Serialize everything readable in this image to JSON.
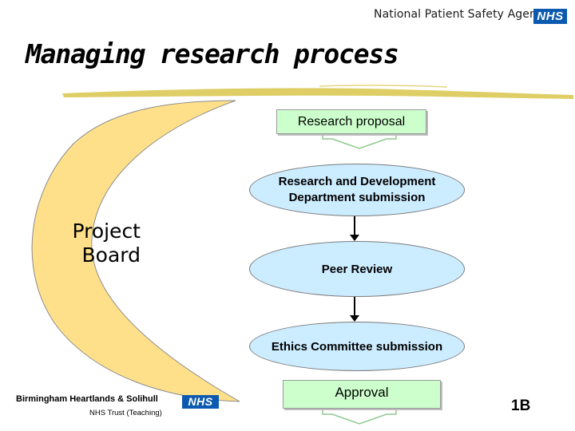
{
  "header": {
    "agency": "National Patient Safety Agency",
    "nhs_logo": "NHS"
  },
  "title": "Managing research process",
  "diagram": {
    "project_board": "Project Board",
    "steps": [
      {
        "label": "Research proposal",
        "shape": "box"
      },
      {
        "label": "Research and Development Department submission",
        "shape": "ellipse"
      },
      {
        "label": "Peer Review",
        "shape": "ellipse"
      },
      {
        "label": "Ethics Committee submission",
        "shape": "ellipse"
      },
      {
        "label": "Approval",
        "shape": "box"
      }
    ]
  },
  "footer": {
    "trust_name": "Birmingham Heartlands & Solihull",
    "trust_sub": "NHS Trust (Teaching)",
    "nhs_logo": "NHS",
    "slide_code": "1B"
  },
  "colors": {
    "box_fill": "#ccffcc",
    "ellipse_fill": "#ccecff",
    "crescent_fill": "#ffe08a",
    "nhs_blue": "#0b5ab0",
    "underline": "#d8c54a"
  }
}
